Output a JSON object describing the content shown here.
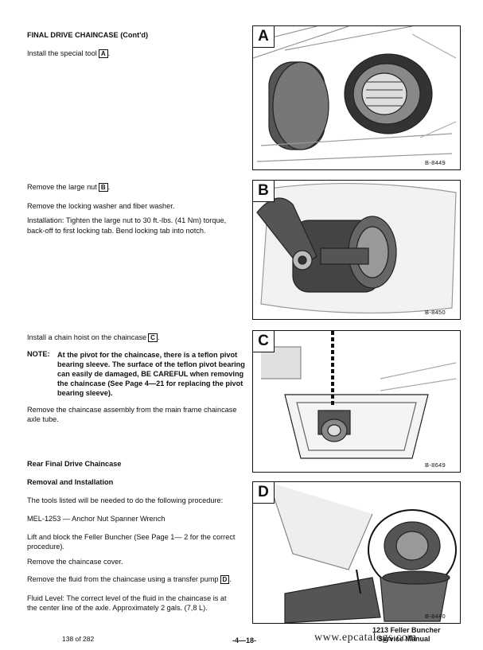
{
  "section_title": "FINAL DRIVE CHAINCASE (Cont'd)",
  "step_a": {
    "text": "Install the special tool",
    "ref": "A",
    "end": "."
  },
  "step_b": {
    "line1": "Remove the large nut",
    "ref": "B",
    "end": ".",
    "line2": "Remove the locking washer and fiber washer.",
    "line3": "Installation: Tighten the large nut to 30 ft.-lbs. (41 Nm) torque,",
    "line4": "back-off to first locking tab. Bend locking tab into notch."
  },
  "step_c": {
    "line1": "Install a chain hoist on the chaincase",
    "ref": "C",
    "end": ".",
    "note_label": "NOTE:",
    "note_lines": [
      "At the pivot for the chaincase, there is a teflon pivot",
      "bearing sleeve. The surface of the teflon pivot bearing",
      "can easily de damaged, BE CAREFUL when removing",
      "the chaincase (See Page 4—21 for replacing the pivot",
      "bearing sleeve)."
    ],
    "remove_lines": [
      "Remove the chaincase assembly from the main frame chaincase",
      "axle tube."
    ]
  },
  "rear": {
    "title": "Rear Final Drive Chaincase",
    "subtitle": "Removal and Installation",
    "tools_line": "The tools listed will be needed to do the following procedure:",
    "tool": "MEL-1253 — Anchor Nut Spanner Wrench",
    "lift_lines": [
      "Lift and block the Feller Buncher (See Page 1— 2 for the correct",
      "procedure)."
    ],
    "cover": "Remove the chaincase cover.",
    "fluid_text": "Remove the fluid from the chaincase using a transfer pump",
    "fluid_ref": "D",
    "fluid_end": ".",
    "level_lines": [
      "Fluid Level: The correct level of the fluid in the chaincase is at",
      "the center line of the axle. Approximately 2 gals. (7,8 L)."
    ]
  },
  "panels": [
    {
      "letter": "A",
      "code": "B-8449"
    },
    {
      "letter": "B",
      "code": "B-8450"
    },
    {
      "letter": "C",
      "code": "B-8649"
    },
    {
      "letter": "D",
      "code": "B-8440"
    }
  ],
  "footer": {
    "page_of": "138 of 282",
    "page_num": "-4—18-",
    "model": "1213 Feller Buncher",
    "manual": "Service Manual",
    "watermark": "www.epcatalogs.com"
  }
}
